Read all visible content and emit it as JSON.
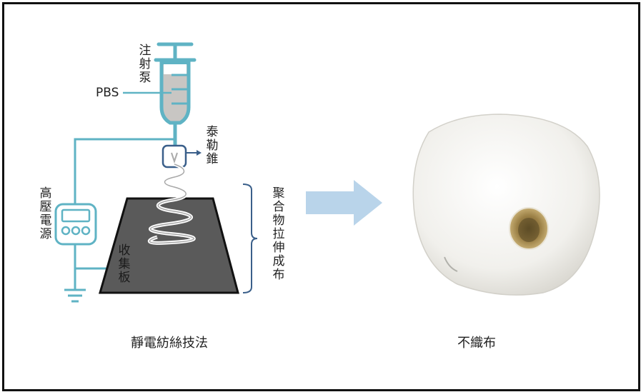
{
  "labels": {
    "syringe_pump": "注射泵",
    "pbs": "PBS",
    "taylor_cone": "泰勒錐",
    "high_voltage": "高壓電源",
    "collector": "收集板",
    "nonwoven_label": "聚合物拉伸成布",
    "left_caption": "靜電紡絲技法",
    "right_caption": "不織布"
  },
  "colors": {
    "wire": "#5fb3c4",
    "cone_box": "#3a5f8a",
    "collector_plate": "#5a5a5a",
    "arrow": "#b9d4ea",
    "bracket": "#3a5f8a"
  }
}
